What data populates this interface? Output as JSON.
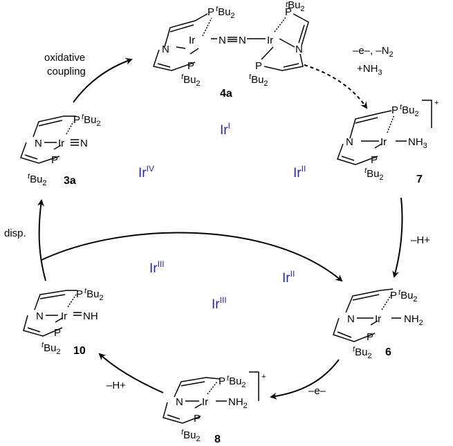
{
  "atoms": {
    "N": "N",
    "P": "P",
    "Ir": "Ir",
    "tBu_t": "t",
    "tBu_Bu": "Bu",
    "sub2": "2",
    "sub3": "3",
    "NH": "NH",
    "NH_H": "H",
    "NH3": "NH",
    "plus": "+"
  },
  "compounds": {
    "c4a": {
      "label": "4a"
    },
    "c7": {
      "label": "7"
    },
    "c6": {
      "label": "6"
    },
    "c8": {
      "label": "8"
    },
    "c10": {
      "label": "10"
    },
    "c3a": {
      "label": "3a"
    }
  },
  "steps": {
    "oxidative_1": "oxidative",
    "oxidative_2": "coupling",
    "to7_1": "–e–, –N",
    "to7_1_sub": "2",
    "to7_2": "+NH",
    "to7_2_sub": "3",
    "to6": "–H+",
    "to8": "–e–",
    "to10": "–H+",
    "disp": "disp."
  },
  "oxidation_states": {
    "top": {
      "base": "Ir",
      "sup": "I"
    },
    "left": {
      "base": "Ir",
      "sup": "IV"
    },
    "right": {
      "base": "Ir",
      "sup": "II"
    },
    "mid_left": {
      "base": "Ir",
      "sup": "III"
    },
    "mid_right": {
      "base": "Ir",
      "sup": "II"
    },
    "center": {
      "base": "Ir",
      "sup": "III"
    }
  },
  "colors": {
    "oxidation_state": "#2222aa",
    "structure": "#000000"
  }
}
